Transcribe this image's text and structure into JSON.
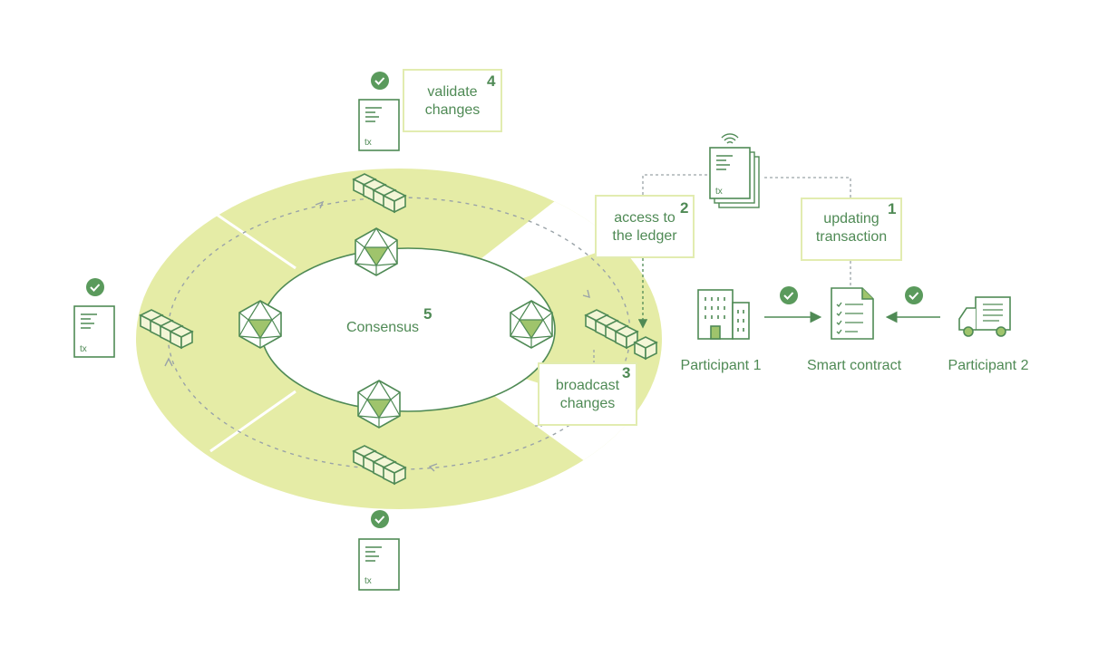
{
  "steps": {
    "s1": {
      "number": "1",
      "line1": "updating",
      "line2": "transaction"
    },
    "s2": {
      "number": "2",
      "line1": "access to",
      "line2": "the ledger"
    },
    "s3": {
      "number": "3",
      "line1": "broadcast",
      "line2": "changes"
    },
    "s4": {
      "number": "4",
      "line1": "validate",
      "line2": "changes"
    },
    "s5": {
      "number": "5",
      "label": "Consensus"
    }
  },
  "participants": {
    "p1": "Participant 1",
    "contract": "Smart contract",
    "p2": "Participant 2"
  },
  "tx_label": "tx",
  "colors": {
    "ring": "#e5eca6",
    "green": "#4f8a55",
    "check": "#5a9a5c",
    "box_border": "#e2ecb0",
    "dash": "#9aa3a8"
  },
  "icons": [
    "check-icon",
    "document-icon",
    "block-chain-icon",
    "icosahedron-icon",
    "building-icon",
    "contract-icon",
    "truck-icon",
    "wifi-icon"
  ]
}
